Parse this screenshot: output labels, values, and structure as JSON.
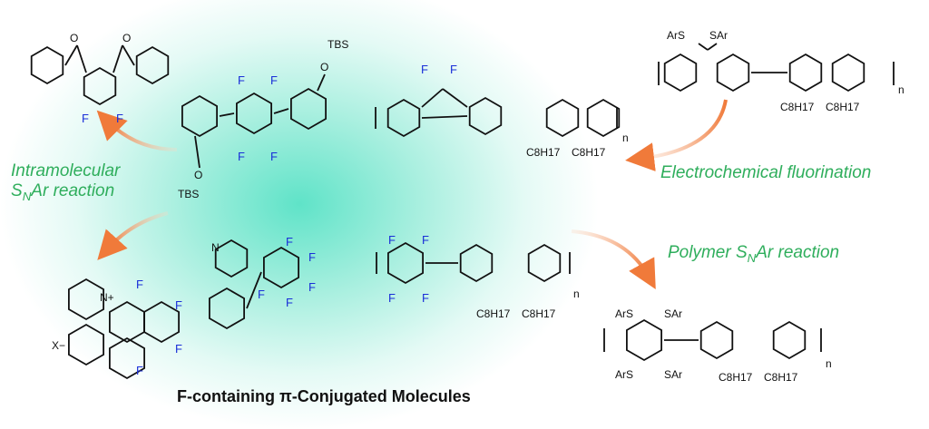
{
  "title": "F-containing π-Conjugated Molecules",
  "reactions": {
    "intramolecular_line1": "Intramolecular",
    "intramolecular_s": "S",
    "intramolecular_n": "N",
    "intramolecular_rest": "Ar reaction",
    "electrochemical": "Electrochemical fluorination",
    "polymer_prefix": "Polymer S",
    "polymer_n": "N",
    "polymer_rest": "Ar reaction"
  },
  "atoms": {
    "F": "F",
    "O": "O",
    "TBS": "TBS",
    "N": "N",
    "Nplus": "N+",
    "X": "X−",
    "ArS": "ArS",
    "SAr": "SAr",
    "n": "n",
    "C8H17": "C8H17"
  },
  "colors": {
    "accent_green": "#2fae5c",
    "arrow_orange": "#f07a3a",
    "fluorine_blue": "#1a2fd8"
  }
}
